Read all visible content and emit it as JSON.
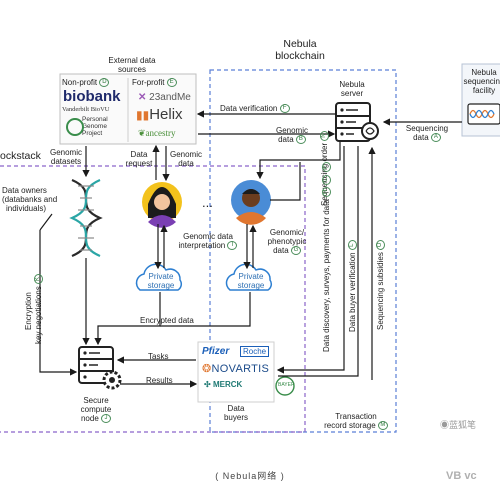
{
  "nebula": {
    "title_1": "Nebula",
    "title_2": "blockchain",
    "server_1": "Nebula",
    "server_2": "server"
  },
  "facility": {
    "line_1": "Nebula",
    "line_2": "sequencing",
    "line_3": "facility"
  },
  "blockstack": {
    "label": "ockstack"
  },
  "external": {
    "title_1": "External data",
    "title_2": "sources",
    "nonprofit": "Non-profit",
    "forprofit": "For-profit",
    "nonprofit_badge": "D",
    "forprofit_badge": "E"
  },
  "logos": {
    "biobank": "biobank",
    "vanderbilt": "Vanderbilt BioVU",
    "pgp_1": "Personal",
    "pgp_2": "Genome",
    "pgp_3": "Project",
    "23andme": "23andMe",
    "helix": "Helix",
    "ancestry": "ancestry",
    "pfizer": "Pfizer",
    "roche": "Roche",
    "novartis": "NOVARTIS",
    "merck": "MERCK",
    "bayer": "BAYER"
  },
  "edges": {
    "data_verification": "Data verification",
    "data_verification_badge": "F",
    "genomic_data_1": "Genomic",
    "genomic_data_2": "data",
    "genomic_data_badge": "B",
    "sequencing_data_1": "Sequencing",
    "sequencing_data_2": "data",
    "sequencing_data_badge": "A",
    "genomic_datasets_1": "Genomic",
    "genomic_datasets_2": "datasets",
    "data_request_1": "Data",
    "data_request_2": "request",
    "genomic_data2_1": "Genomic",
    "genomic_data2_2": "data",
    "interp_1": "Genomic data",
    "interp_2": "interpretation",
    "interp_badge": "I",
    "pheno_1": "Genomic/",
    "pheno_2": "phenotypic",
    "pheno_3": "data",
    "pheno_badge": "G",
    "encrypted": "Encrypted data",
    "tasks": "Tasks",
    "results": "Results",
    "encryption": "Encryption",
    "key_neg": "key negotiations",
    "key_badge": "K",
    "seq_order": "Sequencing order",
    "seq_order_badge": "N",
    "discovery": "Data discovery, surveys, payments for data",
    "discovery_badges": [
      "H",
      "C",
      "P"
    ],
    "buyer_verification": "Data buyer verification",
    "buyer_verification_badge": "L",
    "subsidies": "Sequencing subsidies",
    "subsidies_badge": "O"
  },
  "owners": {
    "line_1": "Data owners",
    "line_2": "(databanks and",
    "line_3": "individuals)"
  },
  "storage": {
    "line_1": "Private",
    "line_2": "storage"
  },
  "compute": {
    "line_1": "Secure",
    "line_2": "compute",
    "line_3": "node",
    "badge": "J"
  },
  "buyers": {
    "line_1": "Data",
    "line_2": "buyers"
  },
  "transaction": {
    "line_1": "Transaction",
    "line_2": "record storage",
    "badge": "M"
  },
  "ellipsis": "...",
  "caption": "( Nebula网络 )",
  "watermark": {
    "text": "蓝狐笔",
    "brand": "vc"
  },
  "colors": {
    "dashed": "#5b7fd6",
    "purple_dashed": "#8a63c9",
    "arrow": "#1a1a1a",
    "cloud": "#2d7fd1",
    "helix_teal": "#2aa6a6",
    "green": "#3a8d4b"
  }
}
